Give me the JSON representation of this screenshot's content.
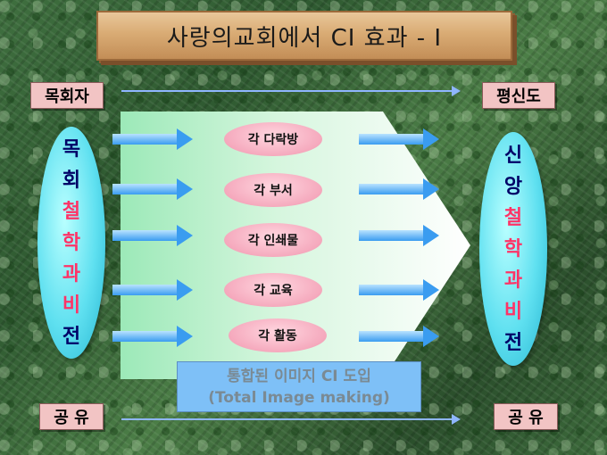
{
  "title": "사랑의교회에서 CI 효과 - I",
  "labels": {
    "top_left": "목회자",
    "top_right": "평신도",
    "bottom_left": "공 유",
    "bottom_right": "공 유"
  },
  "left_oval_chars": [
    "목",
    "회",
    "철",
    "학",
    "과",
    "비",
    "전"
  ],
  "right_oval_chars": [
    "신",
    "앙",
    "철",
    "학",
    "과",
    "비",
    "전"
  ],
  "items": [
    "각 다락방",
    "각 부서",
    "각 인쇄물",
    "각 교육",
    "각 활동"
  ],
  "banner": {
    "line1": "통합된 이미지 CI 도입",
    "line2": "(Total Image making)"
  },
  "colors": {
    "oval_text": "#000066",
    "oval_accent_text": "#ff3366",
    "arrow": "#3a9cf0"
  }
}
